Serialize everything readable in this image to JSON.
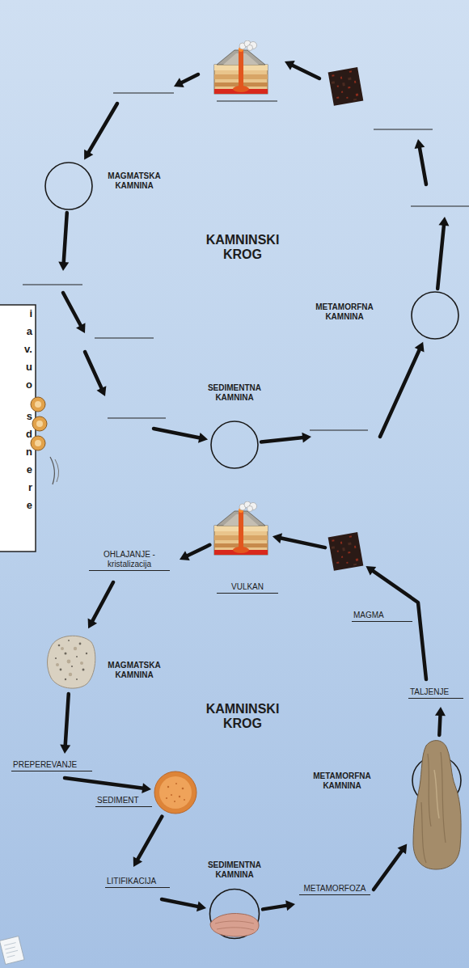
{
  "diagram": {
    "nodes": [
      {
        "text": [
          "MAGMATSKA KAMNINA"
        ]
      },
      {
        "text": [
          "SEDIMENTNA KAMNINA"
        ]
      },
      {
        "text": [
          "METAMORFNA KAMNINA"
        ]
      },
      {
        "text": [
          "VULKAN"
        ]
      },
      {
        "text": [
          "MAGMATSKA KAMNINA"
        ]
      },
      {
        "text": [
          "SEDIMENT"
        ]
      },
      {
        "text": [
          "SEDIMENTNA KAMNINA"
        ]
      },
      {
        "text": [
          "METAMORFNA KAMNINA"
        ]
      },
      {
        "text": [
          "MAGMA"
        ]
      }
    ],
    "edges": [
      {
        "from": 0,
        "to": 1,
        "arrow": "to"
      },
      {
        "from": 1,
        "to": 2,
        "arrow": "to"
      },
      {
        "from": 2,
        "to": 0,
        "arrow": "to"
      },
      {
        "from": 3,
        "to": 4,
        "label": "OHLAJANJE - kristalizacija",
        "arrow": "to"
      },
      {
        "from": 4,
        "to": 5,
        "label": "PREPEREVANJE",
        "arrow": "to"
      },
      {
        "from": 5,
        "to": 6,
        "label": "LITIFIKACIJA",
        "arrow": "to"
      },
      {
        "from": 6,
        "to": 7,
        "label": "METAMORFOZA",
        "arrow": "to"
      },
      {
        "from": 7,
        "to": 8,
        "label": "TALJENJE",
        "arrow": "to"
      },
      {
        "from": 8,
        "to": 3,
        "arrow": "to"
      }
    ],
    "labels": [
      "KAMNINSKI KROG",
      "i",
      "a",
      "v.",
      "u",
      "o",
      "s",
      "d",
      "n",
      "e",
      "r",
      "e",
      "KAMNINSKI KROG"
    ]
  }
}
